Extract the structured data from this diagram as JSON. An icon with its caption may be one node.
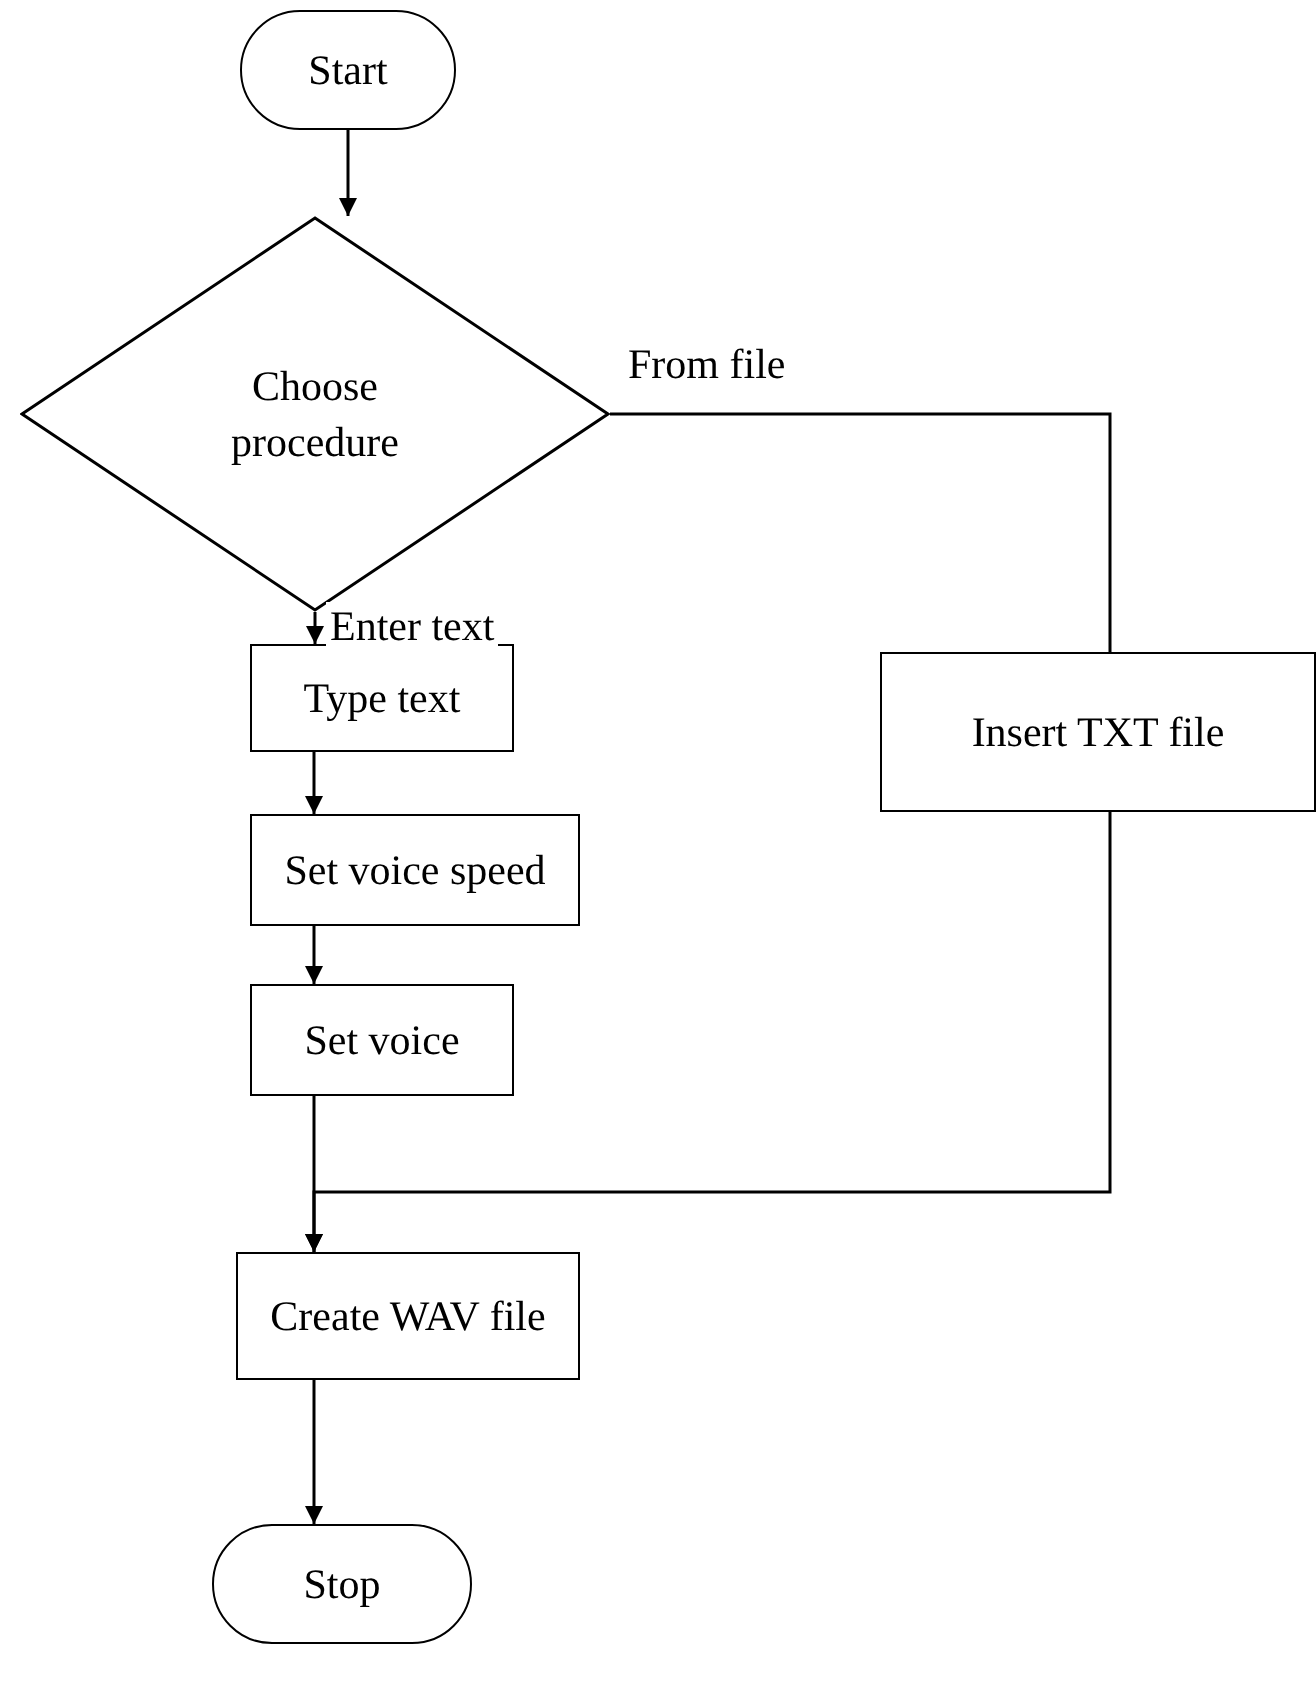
{
  "diagram": {
    "nodes": [
      {
        "text": [
          "Start"
        ]
      },
      {
        "text": [
          "Choose procedure"
        ]
      },
      {
        "text": [
          "Type text"
        ]
      },
      {
        "text": [
          "Set voice speed"
        ]
      },
      {
        "text": [
          "Set voice"
        ]
      },
      {
        "text": [
          "Insert TXT file"
        ]
      },
      {
        "text": [
          "Create WAV file"
        ]
      },
      {
        "text": [
          "Stop"
        ]
      }
    ],
    "edges": [
      {
        "from": 0,
        "to": 1,
        "arrow": "to"
      },
      {
        "from": 1,
        "to": 2,
        "arrow": "to",
        "label": "Enter text"
      },
      {
        "from": 1,
        "to": 5,
        "arrow": "none",
        "label": "From file"
      },
      {
        "from": 2,
        "to": 3,
        "arrow": "to"
      },
      {
        "from": 3,
        "to": 4,
        "arrow": "to"
      },
      {
        "from": 4,
        "to": 6,
        "arrow": "to"
      },
      {
        "from": 5,
        "to": 6,
        "arrow": "to"
      },
      {
        "from": 6,
        "to": 7,
        "arrow": "to"
      }
    ]
  }
}
